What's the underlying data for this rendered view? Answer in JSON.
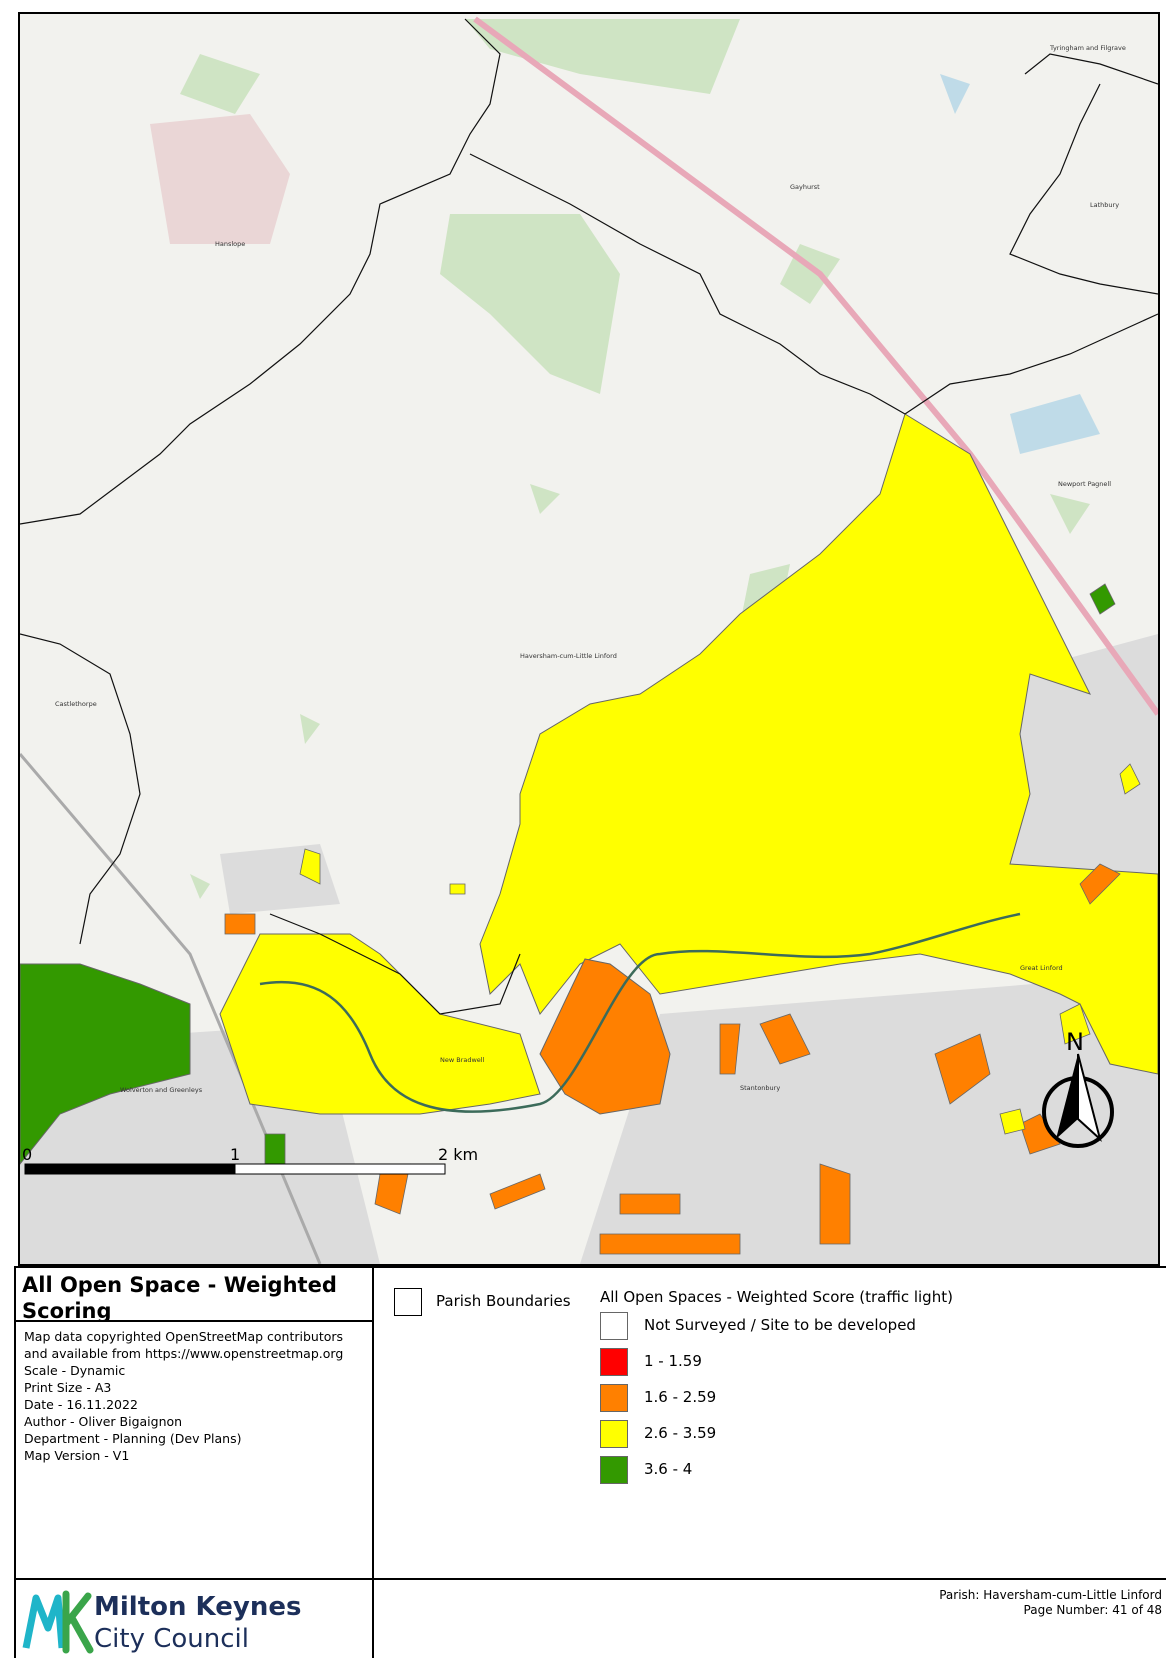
{
  "map": {
    "places": [
      "Tyringham and Filgrave",
      "Gayhurst",
      "Lathbury",
      "Hanslope",
      "Newport Pagnell",
      "Haversham-cum-Little Linford",
      "Castlethorpe",
      "New Bradwell",
      "Great Linford",
      "Wolverton and Greenleys",
      "Stantonbury"
    ],
    "scale": {
      "zero": "0",
      "one": "1",
      "two": "2 km"
    },
    "north": "N"
  },
  "title": "All Open Space - Weighted Scoring",
  "info": [
    "Map data copyrighted OpenStreetMap contributors",
    "and available from https://www.openstreetmap.org",
    "Scale - Dynamic",
    "Print Size - A3",
    "Date - 16.11.2022",
    "Author - Oliver Bigaignon",
    "Department - Planning (Dev Plans)",
    "Map Version - V1"
  ],
  "legend": {
    "parish_label": "Parish Boundaries",
    "title": "All Open Spaces - Weighted Score (traffic light)",
    "items": [
      {
        "label": "Not Surveyed / Site to be developed",
        "color": "#ffffff"
      },
      {
        "label": "1 - 1.59",
        "color": "#ff0000"
      },
      {
        "label": "1.6 - 2.59",
        "color": "#ff8000"
      },
      {
        "label": "2.6 - 3.59",
        "color": "#ffff00"
      },
      {
        "label": "3.6 - 4",
        "color": "#339900"
      }
    ]
  },
  "logo": {
    "line1": "Milton Keynes",
    "line2": "City Council"
  },
  "footer": {
    "parish": "Parish: Haversham-cum-Little Linford",
    "page": "Page Number: 41 of 48"
  }
}
